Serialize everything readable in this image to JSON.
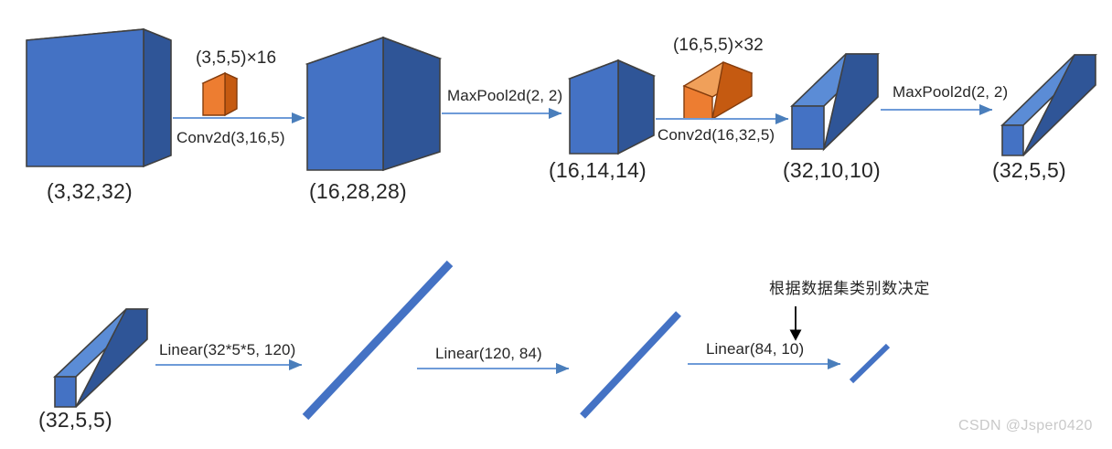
{
  "diagram": {
    "title": "CNN architecture pipeline",
    "watermark": "CSDN @Jsper0420",
    "colors": {
      "block_front": "#4472C4",
      "block_top": "#5B8CD6",
      "block_side": "#2F5597",
      "block_stroke": "#404040",
      "kernel_front": "#ED7D31",
      "kernel_top": "#F0A05A",
      "kernel_side": "#C55A11",
      "kernel_stroke": "#843C0C",
      "arrow": "#6E9BD8",
      "vector": "#4472C4",
      "note_arrow": "#000000",
      "text": "#262626",
      "watermark": "#c9c9c9"
    },
    "row1": {
      "blocks": [
        {
          "name": "input-volume",
          "label": "(3,32,32)"
        },
        {
          "name": "conv1-output-volume",
          "label": "(16,28,28)"
        },
        {
          "name": "pool1-output-volume",
          "label": "(16,14,14)"
        },
        {
          "name": "conv2-output-volume",
          "label": "(32,10,10)"
        },
        {
          "name": "pool2-output-volume",
          "label": "(32,5,5)"
        }
      ],
      "kernels": [
        {
          "name": "conv1-kernel",
          "label": "(3,5,5)×16"
        },
        {
          "name": "conv2-kernel",
          "label": "(16,5,5)×32"
        }
      ],
      "ops": [
        {
          "name": "conv1-op",
          "label": "Conv2d(3,16,5)"
        },
        {
          "name": "pool1-op",
          "label": "MaxPool2d(2, 2)"
        },
        {
          "name": "conv2-op",
          "label": "Conv2d(16,32,5)"
        },
        {
          "name": "pool2-op",
          "label": "MaxPool2d(2, 2)"
        }
      ]
    },
    "row2": {
      "blocks": [
        {
          "name": "flatten-input-volume",
          "label": "(32,5,5)"
        }
      ],
      "ops": [
        {
          "name": "fc1-op",
          "label": "Linear(32*5*5, 120)"
        },
        {
          "name": "fc2-op",
          "label": "Linear(120, 84)"
        },
        {
          "name": "fc3-op",
          "label": "Linear(84, 10)"
        }
      ],
      "vectors": [
        {
          "name": "fc1-output-vector",
          "units": 120
        },
        {
          "name": "fc2-output-vector",
          "units": 84
        },
        {
          "name": "fc3-output-vector",
          "units": 10
        }
      ],
      "note": {
        "name": "output-classes-note",
        "label": "根据数据集类别数决定"
      }
    }
  }
}
